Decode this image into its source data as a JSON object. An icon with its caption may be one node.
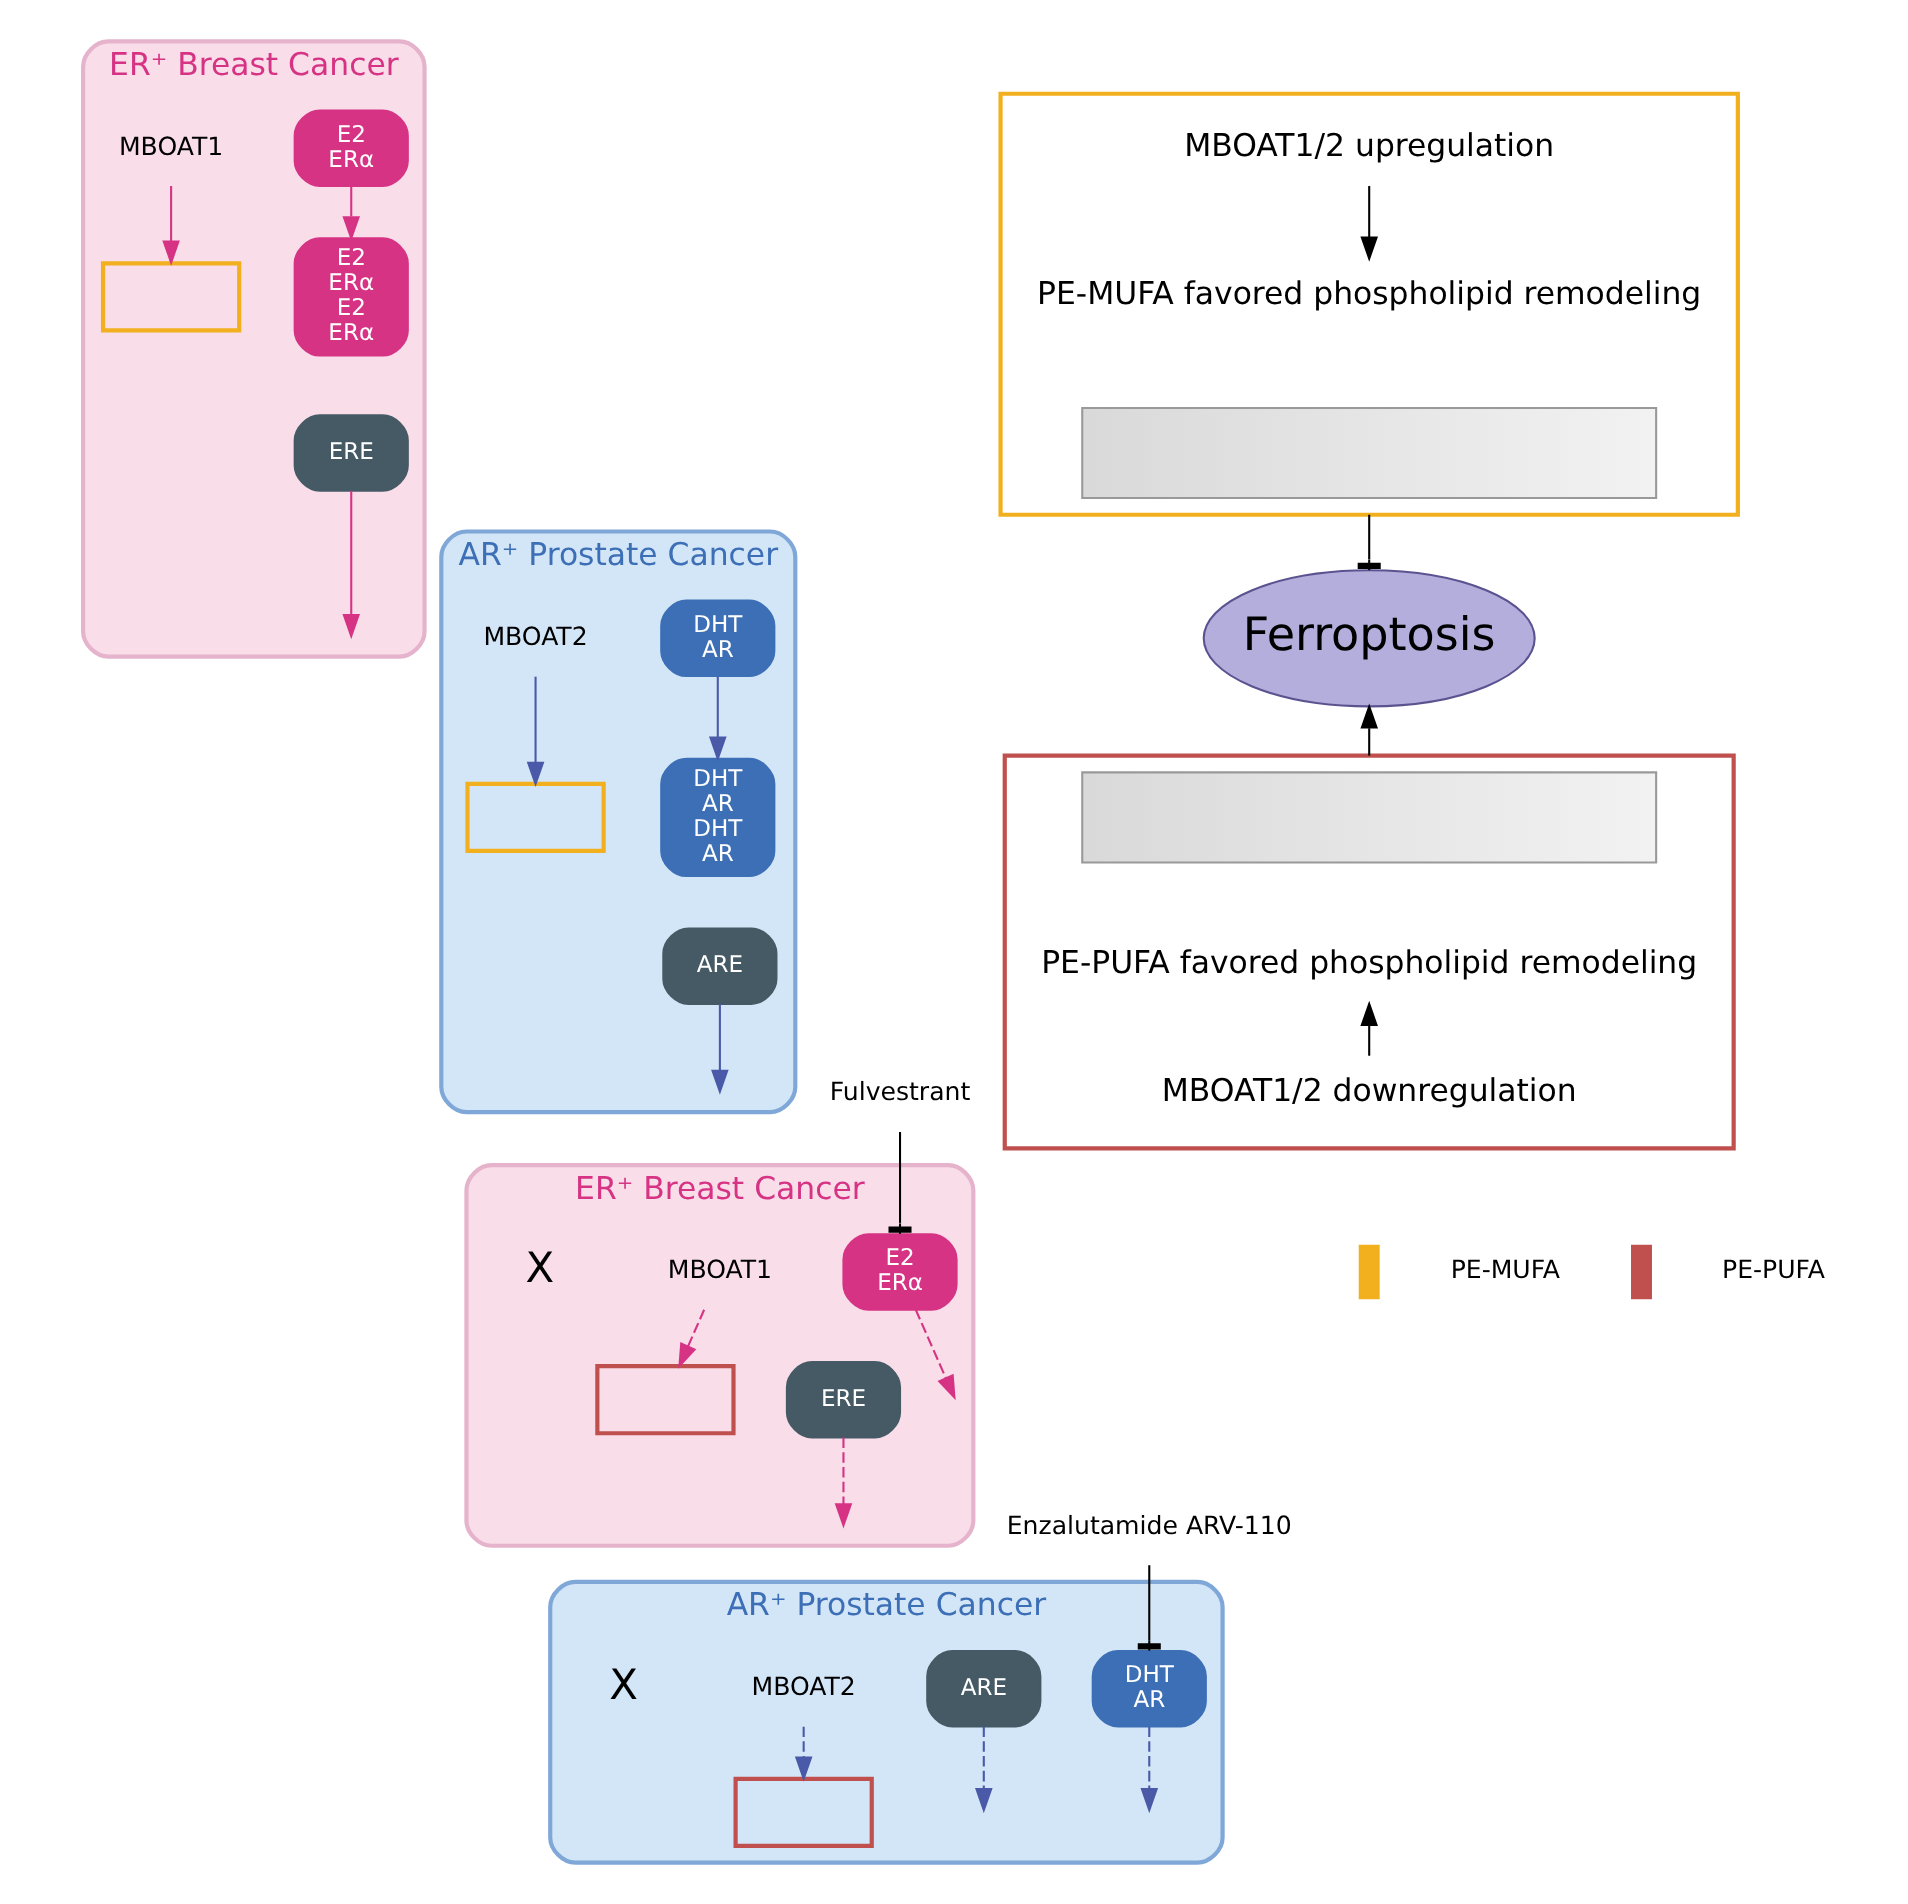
{
  "diagram": {
    "nodes": [
      {
        "text": [
          "ER⁺ Breast Cancer"
        ]
      },
      {
        "text": [
          "E2",
          "ERα"
        ],
        "in": 0
      },
      {
        "text": [
          "E2",
          "ERα",
          "E2",
          "ERα"
        ],
        "in": 0
      },
      {
        "text": [
          "ERE"
        ],
        "in": 0
      },
      {
        "text": [
          "MBOAT1"
        ],
        "in": 0
      },
      {
        "text": [],
        "shape": "box",
        "in": 0
      },
      {
        "text": [
          "AR⁺ Prostate Cancer"
        ]
      },
      {
        "text": [
          "DHT",
          "AR"
        ],
        "in": 6
      },
      {
        "text": [
          "DHT",
          "AR",
          "DHT",
          "AR"
        ],
        "in": 6
      },
      {
        "text": [
          "ARE"
        ],
        "in": 6
      },
      {
        "text": [
          "MBOAT2"
        ],
        "in": 6
      },
      {
        "text": [],
        "shape": "box",
        "in": 6
      },
      {
        "text": [
          "ER⁺ Breast Cancer"
        ]
      },
      {
        "text": [
          "Fulvestrant"
        ]
      },
      {
        "text": [
          "E2",
          "ERα"
        ],
        "in": 12
      },
      {
        "text": [
          "ERE"
        ],
        "in": 12
      },
      {
        "text": [
          "MBOAT1"
        ],
        "in": 12
      },
      {
        "text": [],
        "shape": "box",
        "in": 12
      },
      {
        "text": [
          "AR⁺ Prostate Cancer"
        ]
      },
      {
        "text": [
          "Enzalutamide ARV-110"
        ]
      },
      {
        "text": [
          "DHT",
          "AR"
        ],
        "in": 18
      },
      {
        "text": [
          "ARE"
        ],
        "in": 18
      },
      {
        "text": [
          "MBOAT2"
        ],
        "in": 18
      },
      {
        "text": [],
        "shape": "box",
        "in": 18
      },
      {
        "text": [],
        "shape": "box"
      },
      {
        "text": [
          "MBOAT1/2 upregulation"
        ],
        "in": 24
      },
      {
        "text": [
          "PE-MUFA favored phospholipid remodeling"
        ],
        "in": 24
      },
      {
        "text": [],
        "shape": "picture",
        "in": 24
      },
      {
        "text": [
          "Ferroptosis"
        ]
      },
      {
        "text": [],
        "shape": "box"
      },
      {
        "text": [],
        "shape": "picture",
        "in": 29
      },
      {
        "text": [
          "PE-PUFA favored phospholipid remodeling"
        ],
        "in": 29
      },
      {
        "text": [
          "MBOAT1/2 downregulation"
        ],
        "in": 29
      }
    ],
    "edges": [
      {
        "from": 1,
        "to": 2,
        "arrow": "to",
        "color": "#d63384"
      },
      {
        "from": 3,
        "to": null,
        "arrow": "to",
        "color": "#d63384"
      },
      {
        "from": 4,
        "to": 5,
        "arrow": "to",
        "color": "#d63384"
      },
      {
        "from": 7,
        "to": 8,
        "arrow": "to",
        "color": "#4a5aa8"
      },
      {
        "from": 9,
        "to": null,
        "arrow": "to",
        "color": "#4a5aa8"
      },
      {
        "from": 10,
        "to": 11,
        "arrow": "to",
        "color": "#4a5aa8"
      },
      {
        "from": 13,
        "to": 14,
        "arrow": "other",
        "color": "#000000"
      },
      {
        "from": 14,
        "to": null,
        "arrow": "to",
        "style": "dashed",
        "color": "#d63384"
      },
      {
        "from": 15,
        "to": null,
        "arrow": "to",
        "style": "dashed",
        "color": "#d63384"
      },
      {
        "from": 16,
        "to": 17,
        "arrow": "to",
        "style": "dashed",
        "color": "#d63384"
      },
      {
        "from": 19,
        "to": 20,
        "arrow": "other",
        "color": "#000000"
      },
      {
        "from": 20,
        "to": null,
        "arrow": "to",
        "style": "dashed",
        "color": "#4a5aa8"
      },
      {
        "from": 21,
        "to": null,
        "arrow": "to",
        "style": "dashed",
        "color": "#4a5aa8"
      },
      {
        "from": 22,
        "to": 23,
        "arrow": "to",
        "style": "dashed",
        "color": "#4a5aa8"
      },
      {
        "from": 25,
        "to": 26,
        "arrow": "to",
        "color": "#000000"
      },
      {
        "from": 24,
        "to": 28,
        "arrow": "other",
        "color": "#000000"
      },
      {
        "from": 32,
        "to": 31,
        "arrow": "to",
        "color": "#000000"
      },
      {
        "from": 29,
        "to": 28,
        "arrow": "to",
        "color": "#000000"
      }
    ],
    "labels": [
      "X",
      "X"
    ],
    "legend": [
      {
        "text": "PE-MUFA"
      },
      {
        "text": "PE-PUFA"
      }
    ]
  }
}
